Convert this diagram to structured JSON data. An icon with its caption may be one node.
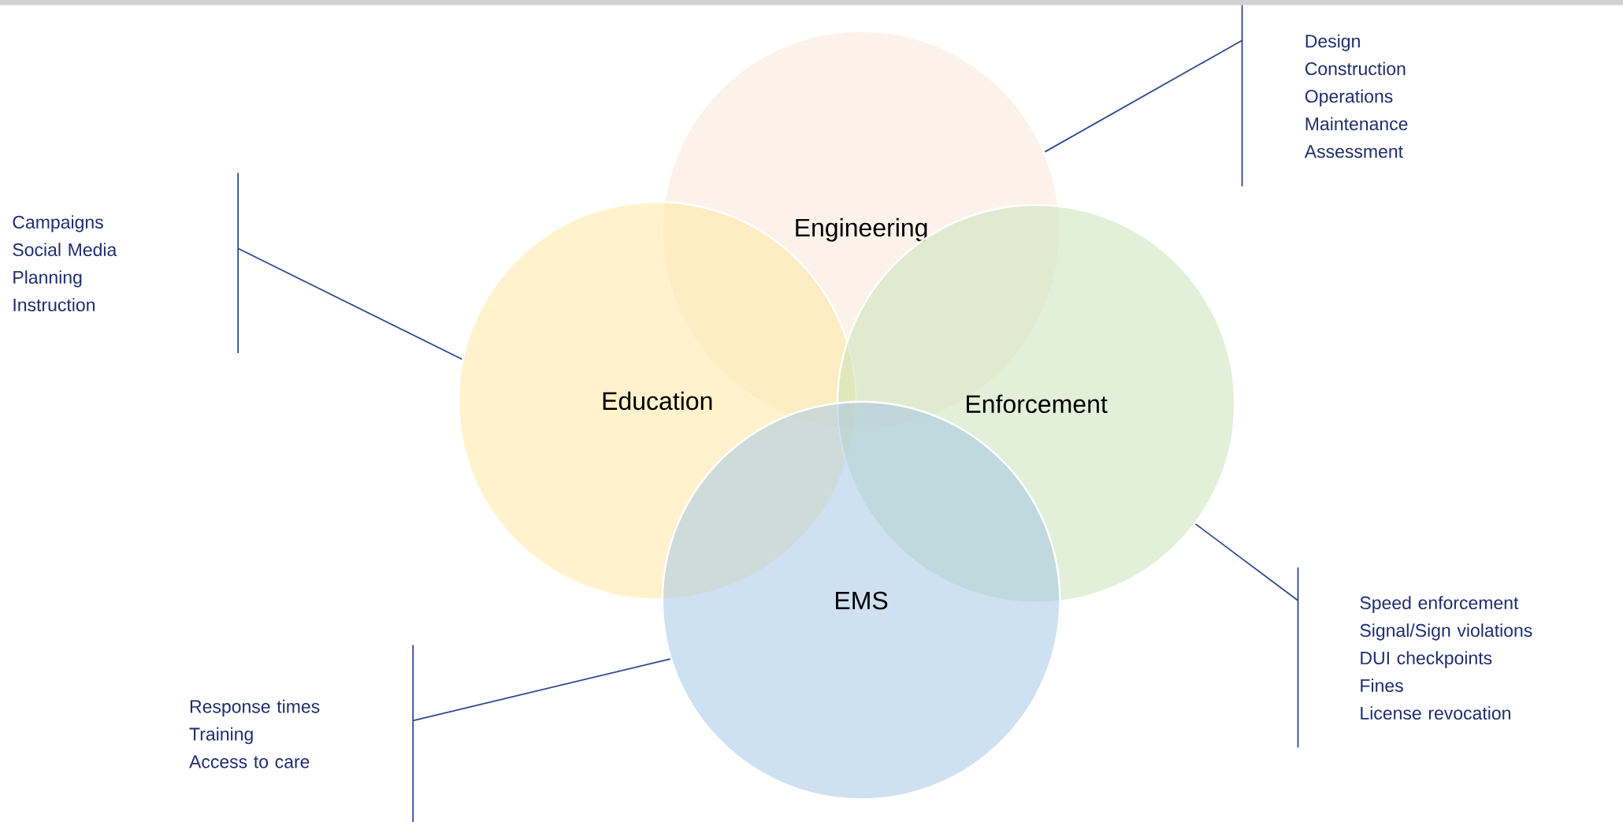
{
  "diagram": {
    "nodes": [
      {
        "text": [
          "Engineering"
        ]
      },
      {
        "text": [
          "Education"
        ]
      },
      {
        "text": [
          "Enforcement"
        ]
      },
      {
        "text": [
          "EMS"
        ]
      },
      {
        "text": [
          "Design",
          "Construction",
          "Operations",
          "Maintenance",
          "Assessment"
        ]
      },
      {
        "text": [
          "Campaigns",
          "Social Media",
          "Planning",
          "Instruction"
        ]
      },
      {
        "text": [
          "Speed enforcement",
          "Signal/Sign violations",
          "DUI checkpoints",
          "Fines",
          "License revocation"
        ]
      },
      {
        "text": [
          "Response times",
          "Training",
          "Access to care"
        ]
      }
    ],
    "edges": [
      {
        "from": 4,
        "to": 0,
        "arrow": "none"
      },
      {
        "from": 5,
        "to": 1,
        "arrow": "none"
      },
      {
        "from": 6,
        "to": 2,
        "arrow": "none"
      },
      {
        "from": 7,
        "to": 3,
        "arrow": "none"
      }
    ]
  }
}
